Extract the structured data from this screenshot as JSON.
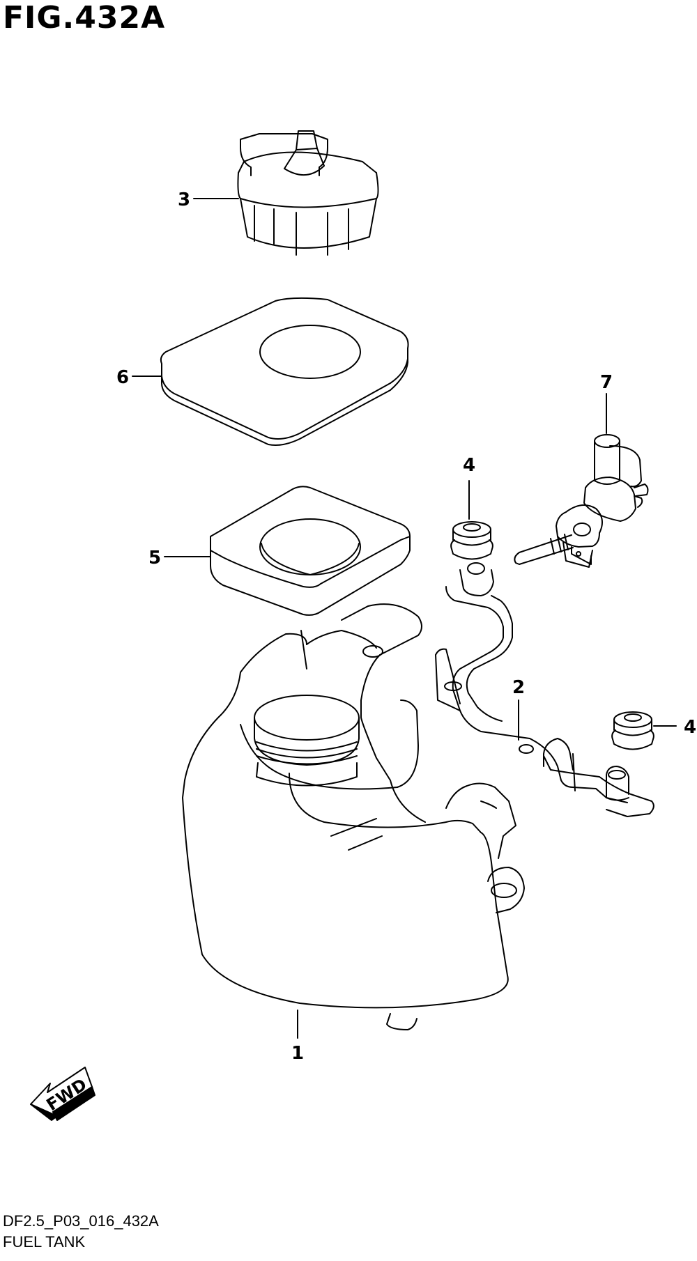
{
  "figure": {
    "title": "FIG.432A",
    "code": "DF2.5_P03_016_432A",
    "name": "FUEL TANK"
  },
  "callouts": [
    {
      "id": "1",
      "label": "1"
    },
    {
      "id": "2",
      "label": "2"
    },
    {
      "id": "3",
      "label": "3"
    },
    {
      "id": "4a",
      "label": "4"
    },
    {
      "id": "4b",
      "label": "4"
    },
    {
      "id": "5",
      "label": "5"
    },
    {
      "id": "6",
      "label": "6"
    },
    {
      "id": "7",
      "label": "7"
    }
  ],
  "direction_badge": {
    "label": "FWD"
  },
  "colors": {
    "line": "#000000",
    "background": "#ffffff"
  }
}
